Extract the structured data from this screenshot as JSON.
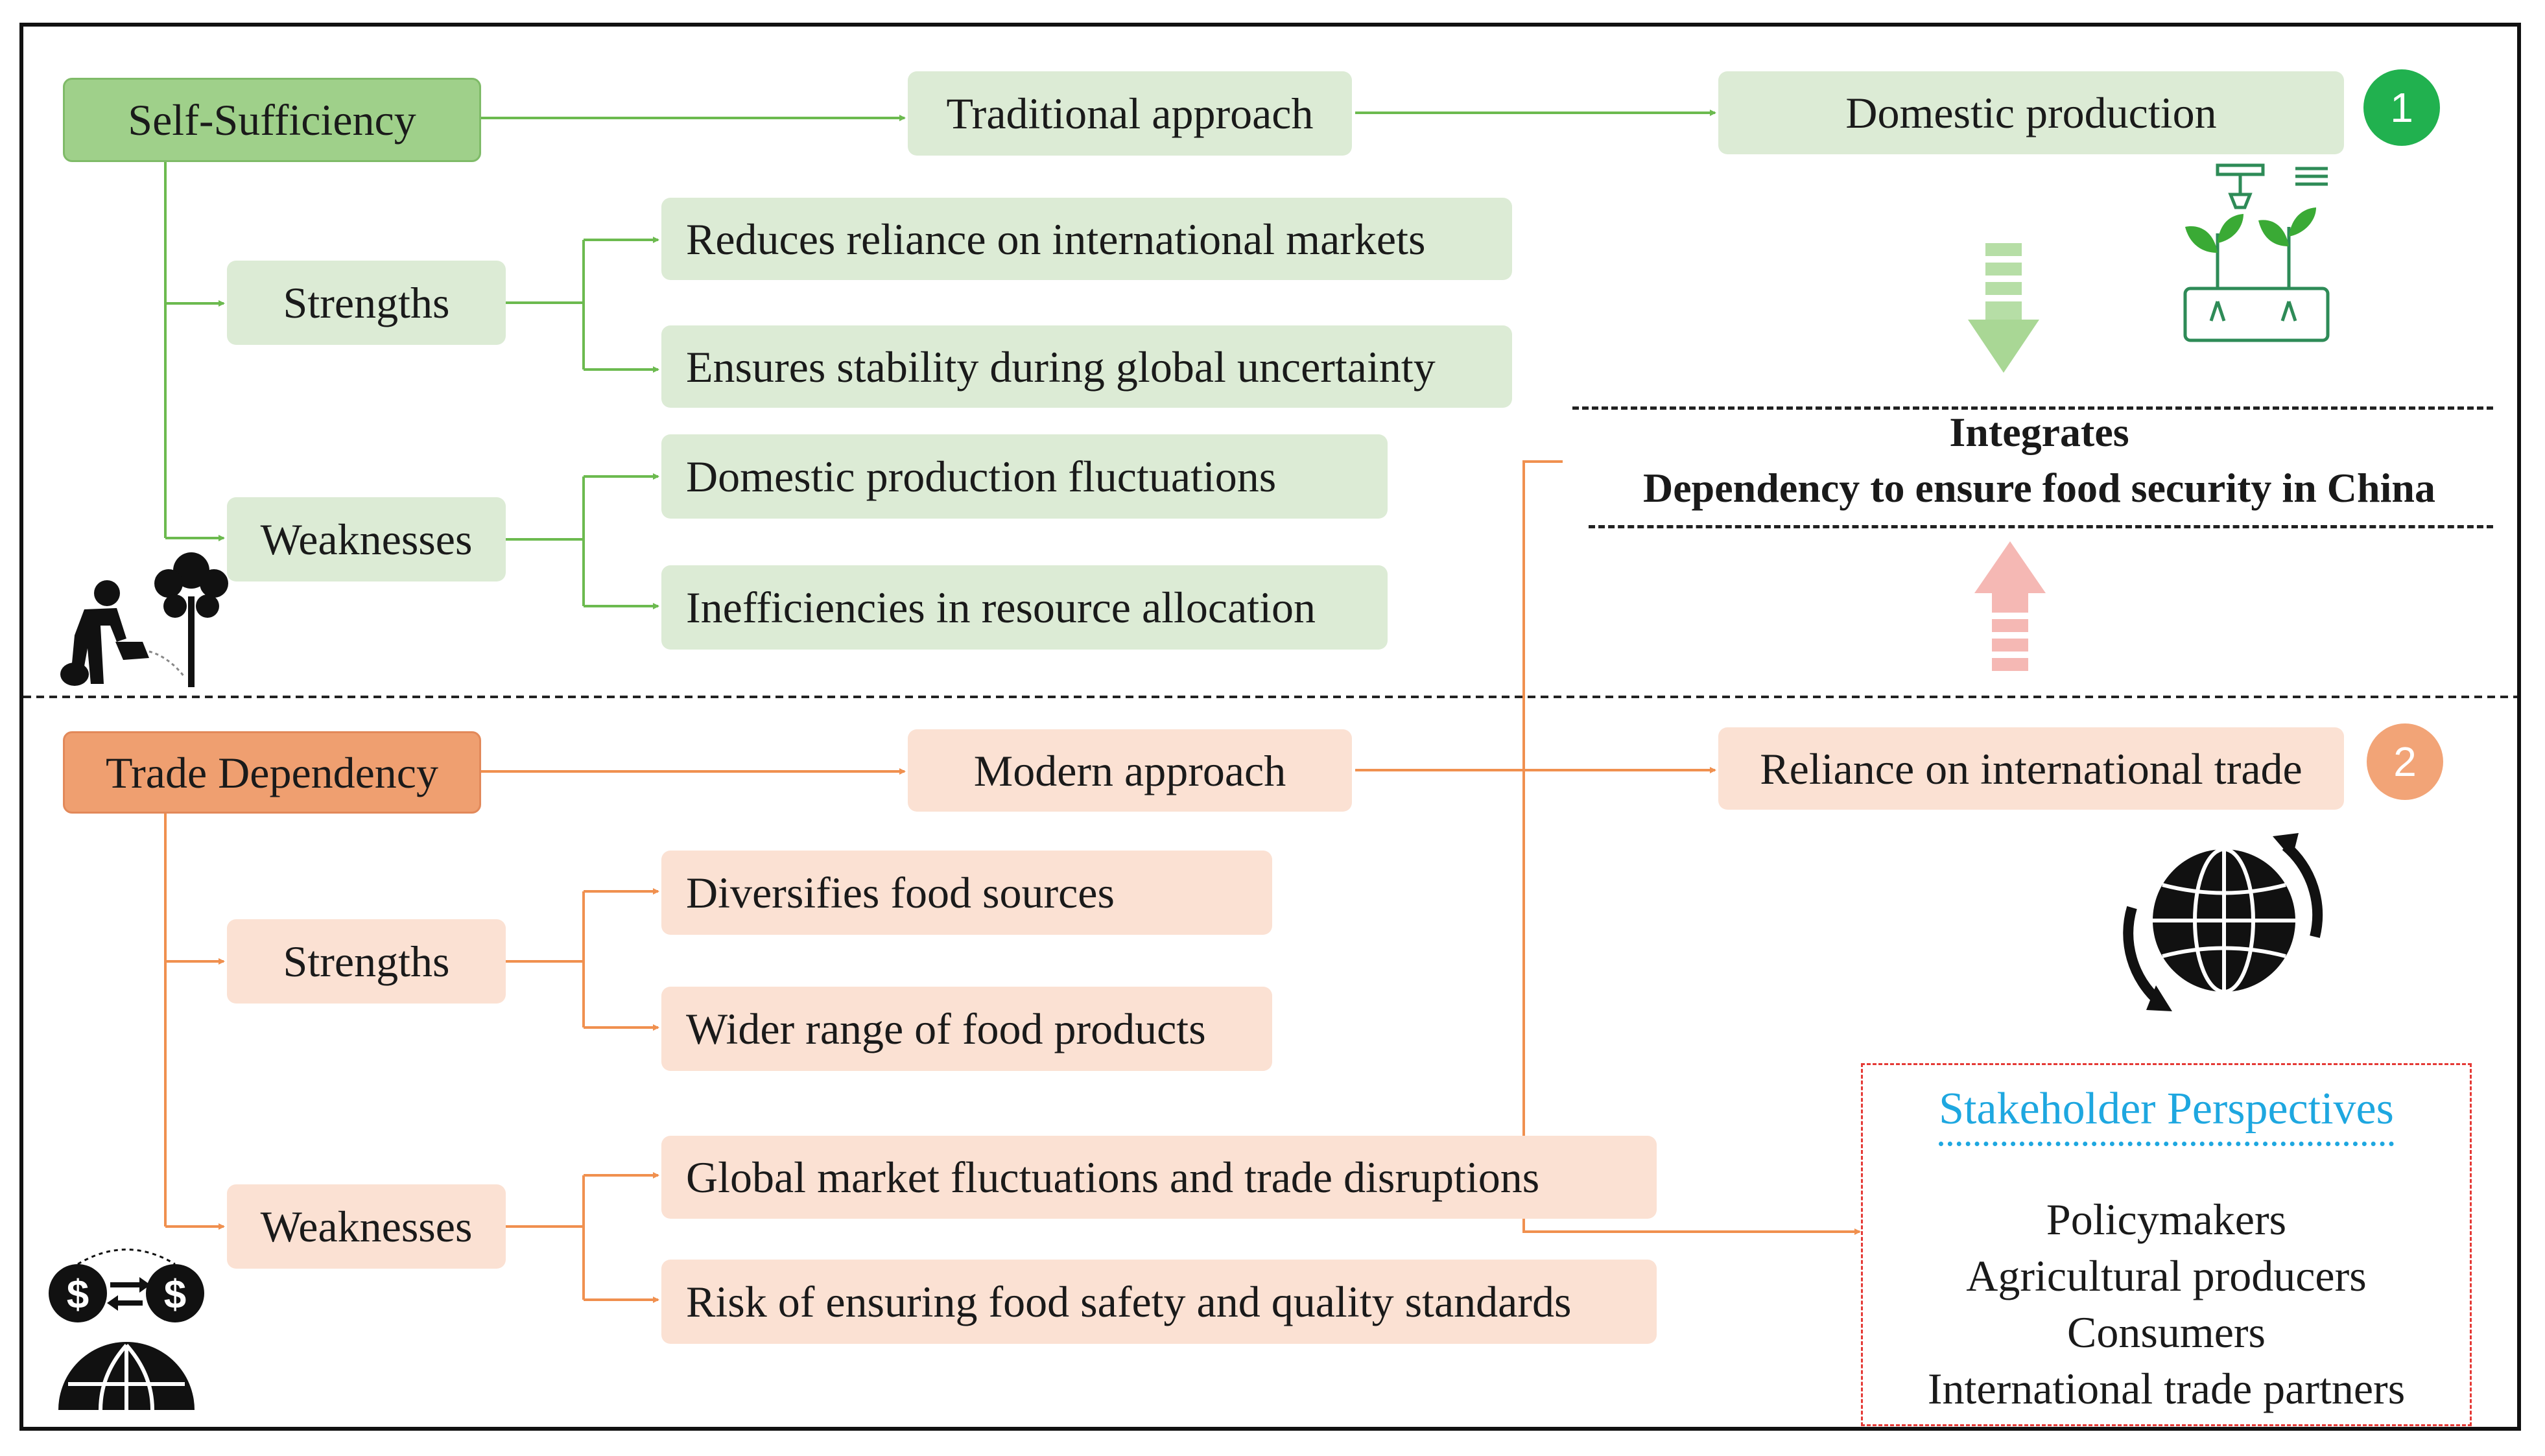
{
  "self_sufficiency": {
    "title": "Self-Sufficiency",
    "approach": "Traditional approach",
    "outcome": "Domestic production",
    "badge": "1",
    "strengths_label": "Strengths",
    "strengths": [
      "Reduces reliance on international markets",
      "Ensures stability during global uncertainty"
    ],
    "weaknesses_label": "Weaknesses",
    "weaknesses": [
      "Domestic production fluctuations",
      "Inefficiencies in resource allocation"
    ]
  },
  "trade_dependency": {
    "title": "Trade Dependency",
    "approach": "Modern approach",
    "outcome": "Reliance on international trade",
    "badge": "2",
    "strengths_label": "Strengths",
    "strengths": [
      "Diversifies food sources",
      "Wider range of food products"
    ],
    "weaknesses_label": "Weaknesses",
    "weaknesses": [
      "Global market fluctuations and trade disruptions",
      "Risk of ensuring food safety and quality standards"
    ]
  },
  "integration": {
    "line1": "Integrates",
    "line2": "Dependency to ensure food security in China"
  },
  "stakeholders": {
    "title": "Stakeholder Perspectives",
    "items": [
      "Policymakers",
      "Agricultural producers",
      "Consumers",
      "International trade partners"
    ]
  },
  "colors": {
    "green_line": "#6cba4f",
    "orange_line": "#f0904f",
    "green_badge": "#21b14f",
    "orange_badge": "#f2a477",
    "stake_title": "#1ea7e0",
    "stake_border": "#e53935"
  },
  "icons": [
    "plant-sensor-icon",
    "down-arrow-icon",
    "up-arrow-icon",
    "gardener-icon",
    "globe-rotate-icon",
    "currency-exchange-globe-icon"
  ]
}
